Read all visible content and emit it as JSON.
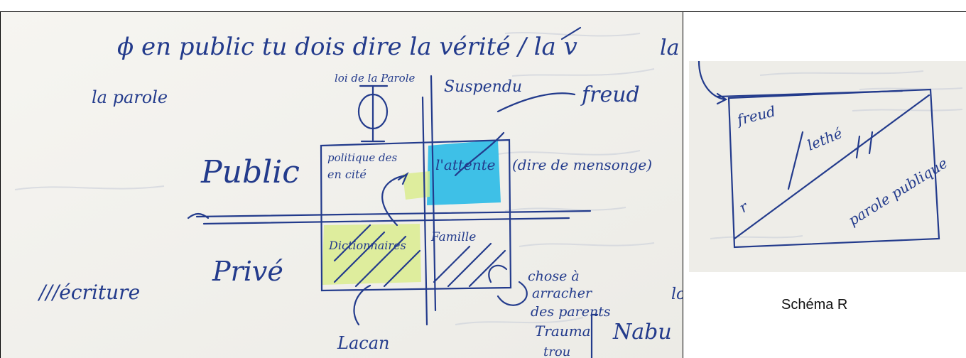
{
  "document": {
    "caption": "Schéma R"
  },
  "left_photo": {
    "line1": "ϕ en public tu dois dire la vérité / la v",
    "top_label": "loi de la Parole",
    "suspendu": "Suspendu",
    "parole": "la parole",
    "freud": "freud",
    "public": "Public",
    "prive": "Privé",
    "politique": "politique des",
    "cite": "en cité",
    "attente": "l'attente",
    "mensonge": "(dire de mensonge)",
    "dictionnaires": "Dictionnaires",
    "famille": "Famille",
    "ecriture": "///écriture",
    "chose": "chose à",
    "arracher": "arracher",
    "parents": "des parents",
    "trauma": "Trauma",
    "trou": "trou",
    "lacan": "Lacan",
    "nabu": "Nabu",
    "edge_l": "la",
    "edge_lo": "lo"
  },
  "right_photo": {
    "freud": "freud",
    "lethe": "lethé",
    "r": "r",
    "parole_publique": "parole publique"
  },
  "colors": {
    "ink": "#233b8c",
    "cyan_marker": "#1fb7e6",
    "yellow_marker": "#d9ec8a",
    "paper": "#f4f3ef"
  }
}
